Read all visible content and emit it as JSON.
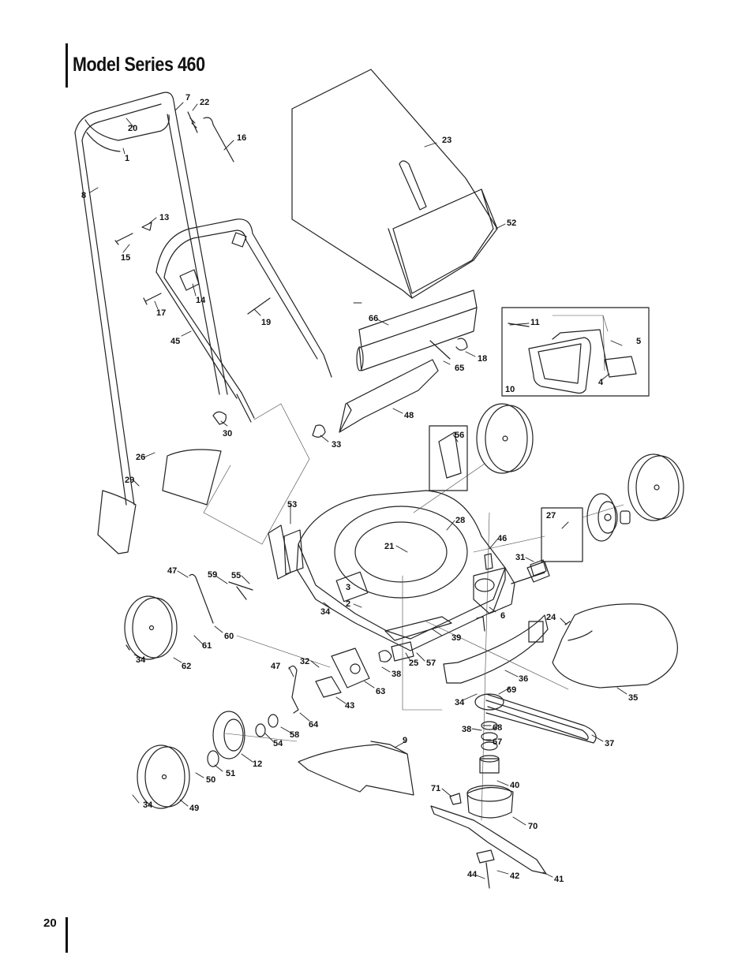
{
  "header": {
    "title": "Model Series 460"
  },
  "footer": {
    "page_number": "20"
  },
  "callouts": [
    "7",
    "22",
    "20",
    "16",
    "1",
    "8",
    "23",
    "13",
    "15",
    "52",
    "14",
    "17",
    "19",
    "45",
    "66",
    "11",
    "5",
    "18",
    "65",
    "4",
    "10",
    "48",
    "30",
    "33",
    "56",
    "26",
    "29",
    "53",
    "28",
    "46",
    "27",
    "21",
    "31",
    "47",
    "59",
    "55",
    "3",
    "2",
    "34",
    "6",
    "24",
    "60",
    "39",
    "61",
    "25",
    "57",
    "62",
    "32",
    "38",
    "36",
    "35",
    "47",
    "63",
    "69",
    "43",
    "64",
    "68",
    "38",
    "67",
    "37",
    "9",
    "58",
    "54",
    "12",
    "51",
    "50",
    "40",
    "71",
    "34",
    "49",
    "70",
    "44",
    "42",
    "41",
    "34",
    "34"
  ]
}
